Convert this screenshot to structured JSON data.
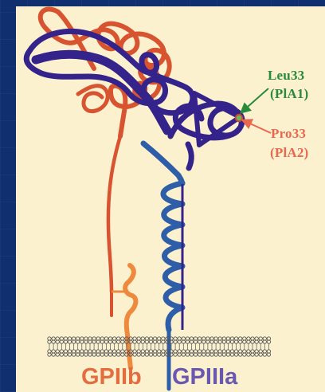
{
  "labels": {
    "leu_line1": "Leu33",
    "leu_line2": "(PlA1)",
    "pro_line1": "Pro33",
    "pro_line2": "(PlA2)",
    "gpiib": "GPIIb",
    "gpiiia": "GPIIIa"
  },
  "colors": {
    "background": "#0f2f6e",
    "panel": "#fbf1cf",
    "gpiib_chain": "#d8532f",
    "gpiib_light_chain": "#ee8a3e",
    "gpiiia_chain": "#33238b",
    "gpiiia_helix": "#2f5ea8",
    "leu_label": "#2a8a3c",
    "pro_label": "#e8684f",
    "membrane": "#555555"
  },
  "icons": {
    "membrane": "lipid-bilayer",
    "gpiib": "gpiib-chain",
    "gpiiia": "gpiiia-chain",
    "site_marker": "polymorphism-site-dot"
  }
}
